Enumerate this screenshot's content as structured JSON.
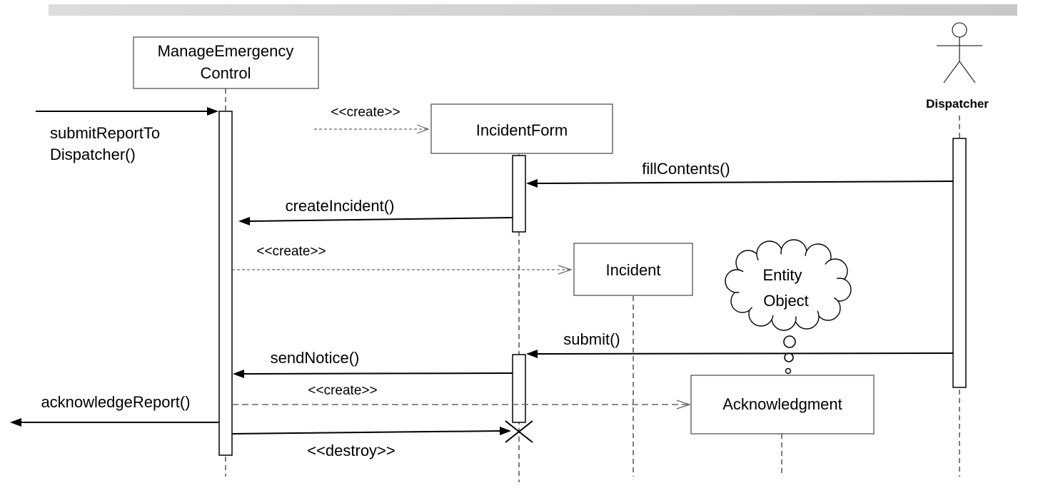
{
  "participants": {
    "control": {
      "line1": "ManageEmergency",
      "line2": "Control"
    },
    "incident_form": "IncidentForm",
    "incident": "Incident",
    "acknowledgment": "Acknowledgment",
    "actor": "Dispatcher"
  },
  "messages": {
    "submit_report_1": "submitReportTo",
    "submit_report_2": "Dispatcher()",
    "create_form": "<<create>>",
    "fill_contents": "fillContents()",
    "create_incident": "createIncident()",
    "create_incident_obj": "<<create>>",
    "submit": "submit()",
    "send_notice": "sendNotice()",
    "create_ack": "<<create>>",
    "acknowledge_report": "acknowledgeReport()",
    "destroy": "<<destroy>>"
  },
  "note": {
    "line1": "Entity",
    "line2": "Object"
  },
  "colors": {
    "header_band": "#d0d0d0",
    "line": "#000000",
    "dashed": "#666666"
  }
}
